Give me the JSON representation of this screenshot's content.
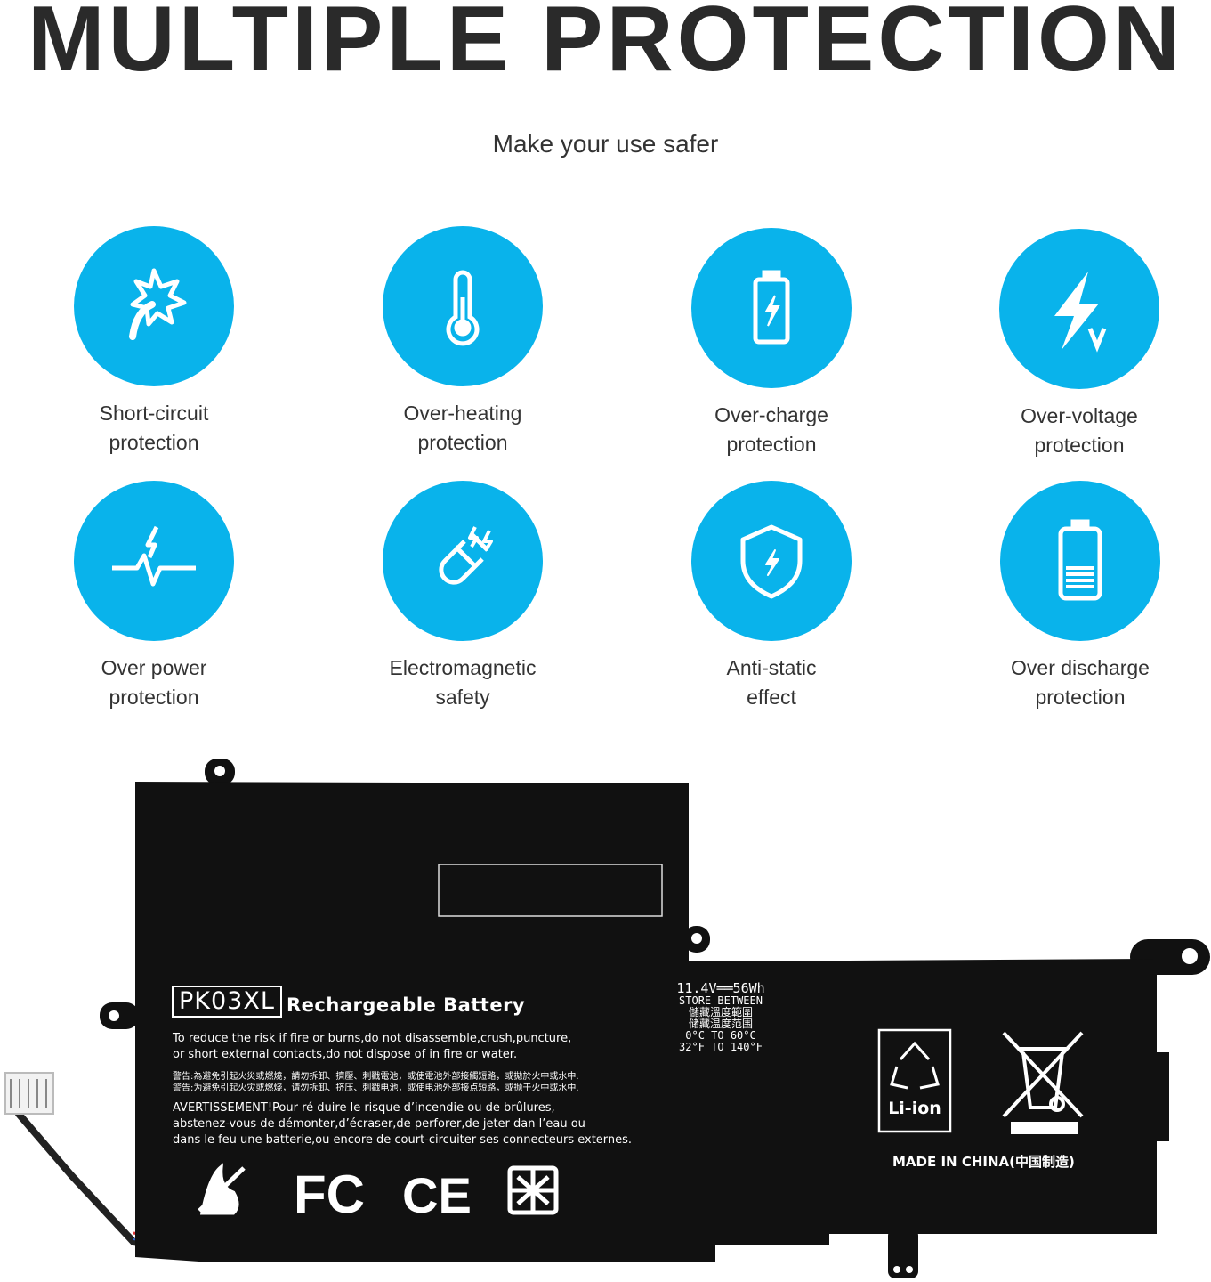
{
  "header": {
    "title": "MULTIPLE PROTECTION",
    "subtitle": "Make your use safer"
  },
  "features": [
    {
      "line1": "Short-circuit",
      "line2": "protection",
      "icon": "short-circuit-icon"
    },
    {
      "line1": "Over-heating",
      "line2": "protection",
      "icon": "thermometer-icon"
    },
    {
      "line1": "Over-charge",
      "line2": "protection",
      "icon": "battery-charge-icon"
    },
    {
      "line1": "Over-voltage",
      "line2": "protection",
      "icon": "lightning-voltage-icon"
    },
    {
      "line1": "Over power",
      "line2": "protection",
      "icon": "power-pulse-icon"
    },
    {
      "line1": "Electromagnetic",
      "line2": "safety",
      "icon": "magnet-icon"
    },
    {
      "line1": "Anti-static",
      "line2": "effect",
      "icon": "shield-icon"
    },
    {
      "line1": "Over discharge",
      "line2": "protection",
      "icon": "battery-level-icon"
    }
  ],
  "colors": {
    "accent": "#09b3eb",
    "battery": "#111111",
    "text": "#333333"
  },
  "battery": {
    "model": "PK03XL",
    "label": "Rechargeable Battery",
    "warning_en_1": "To reduce the risk if fire or burns,do not disassemble,crush,puncture,",
    "warning_en_2": "or short external contacts,do not dispose of in fire or water.",
    "warning_tw": "警告:為避免引起火災或燃燒，請勿拆卸、擠壓、刺戳電池，或使電池外部接觸短路，或拋於火中或水中.",
    "warning_cn": "警告:为避免引起火灾或燃烧，请勿拆卸、挤压、刺戳电池，或使电池外部接点短路，或抛于火中或水中.",
    "warning_fr_1": "AVERTISSEMENT!Pour ré duire le risque d’incendie ou de brûlures,",
    "warning_fr_2": "abstenez-vous de démonter,d’écraser,de perforer,de jeter dan l’eau ou",
    "warning_fr_3": "dans le feu une batterie,ou encore de court-circuiter ses connecteurs externes.",
    "rating": "11.4V══56Wh",
    "store_1": "STORE BETWEEN",
    "store_2": "儲藏溫度範圍",
    "store_3": "储藏温度范围",
    "store_4": "0°C TO 60°C",
    "store_5": "32°F TO 140°F",
    "recycle_label": "Li-ion",
    "made_in": "MADE IN CHINA(中国制造)"
  }
}
